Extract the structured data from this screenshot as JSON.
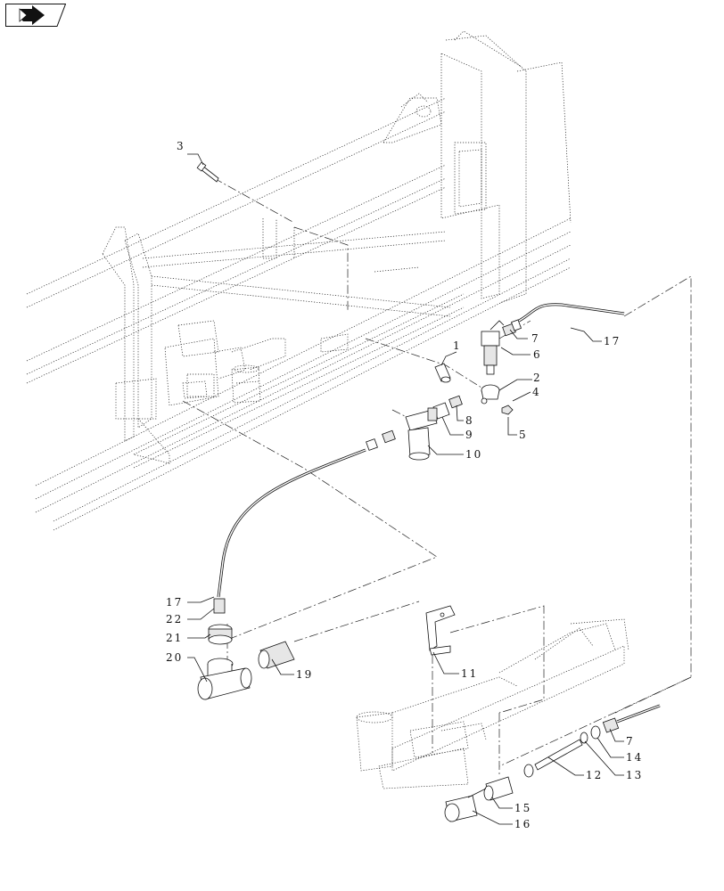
{
  "icons": {
    "nav": "arrow-forward-icon"
  },
  "callouts": [
    {
      "id": "c1",
      "text": "1"
    },
    {
      "id": "c2",
      "text": "2"
    },
    {
      "id": "c3",
      "text": "3"
    },
    {
      "id": "c4",
      "text": "4"
    },
    {
      "id": "c5",
      "text": "5"
    },
    {
      "id": "c6",
      "text": "6"
    },
    {
      "id": "c7a",
      "text": "7"
    },
    {
      "id": "c7b",
      "text": "7"
    },
    {
      "id": "c8",
      "text": "8"
    },
    {
      "id": "c9",
      "text": "9"
    },
    {
      "id": "c10",
      "text": "10"
    },
    {
      "id": "c11",
      "text": "11"
    },
    {
      "id": "c12",
      "text": "12"
    },
    {
      "id": "c13",
      "text": "13"
    },
    {
      "id": "c14",
      "text": "14"
    },
    {
      "id": "c15",
      "text": "15"
    },
    {
      "id": "c16",
      "text": "16"
    },
    {
      "id": "c17a",
      "text": "17"
    },
    {
      "id": "c17b",
      "text": "17"
    },
    {
      "id": "c19",
      "text": "19"
    },
    {
      "id": "c20",
      "text": "20"
    },
    {
      "id": "c21",
      "text": "21"
    },
    {
      "id": "c22",
      "text": "22"
    }
  ]
}
